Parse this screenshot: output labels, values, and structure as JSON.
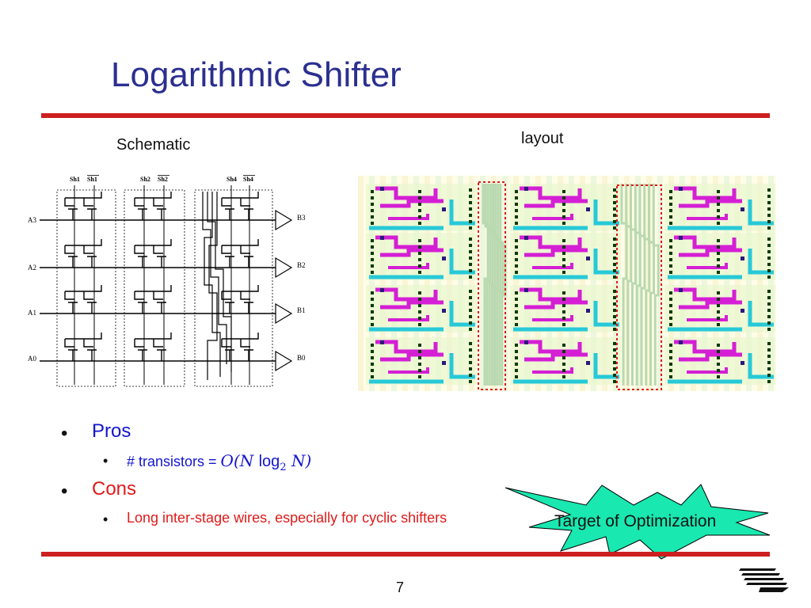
{
  "slide": {
    "title": "Logarithmic Shifter",
    "page_number": "7"
  },
  "figure": {
    "schematic_caption": "Schematic",
    "layout_caption": "layout",
    "schematic_labels": {
      "shift_controls": [
        "Sh1",
        "Sh1",
        "Sh2",
        "Sh2",
        "Sh4",
        "Sh4"
      ],
      "inputs": [
        "A3",
        "A2",
        "A1",
        "A0"
      ],
      "outputs": [
        "B3",
        "B2",
        "B1",
        "B0"
      ]
    }
  },
  "bullets": {
    "pros_heading": "Pros",
    "pros_item_prefix": "# transistors = ",
    "pros_item_formula": "O(N log2 N)",
    "cons_heading": "Cons",
    "cons_item": "Long inter-stage wires, especially for cyclic shifters"
  },
  "callout": {
    "label": "Target of Optimization",
    "fill_color": "#19e8b0"
  },
  "colors": {
    "title": "#2b2f8f",
    "rule": "#cc1f1f",
    "pros": "#1414d0",
    "cons": "#e01a1a"
  }
}
